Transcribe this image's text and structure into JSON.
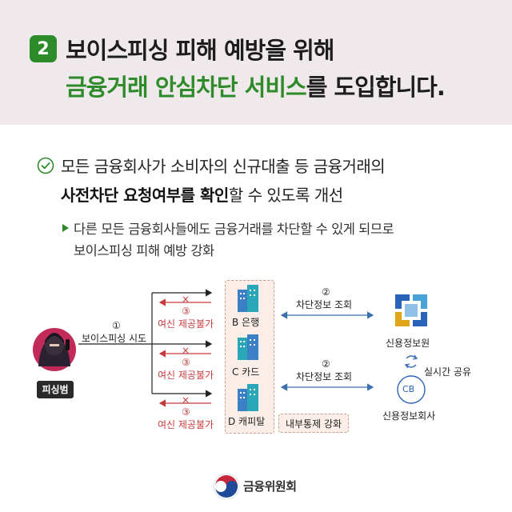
{
  "header": {
    "number": "2",
    "title_line1": "보이스피싱 피해 예방을 위해",
    "title_line2_green": "금융거래 안심차단 서비스",
    "title_line2_rest": "를 도입합니다."
  },
  "main": {
    "line1": "모든 금융회사가 소비자의 신규대출 등 금융거래의",
    "line2_bold": "사전차단 요청여부를 확인",
    "line2_rest": "할 수 있도록 개선",
    "sub_line1": "다른 모든 금융회사들에도 금융거래를 차단할 수 있게 되므로",
    "sub_line2": "보이스피싱 피해 예방 강화"
  },
  "diagram": {
    "criminal_label": "피싱범",
    "step1_num": "①",
    "step1_label": "보이스피싱 시도",
    "step3_num": "③",
    "step3_label": "여신 제공불가",
    "cross": "×",
    "bank_b": "B 은행",
    "card_c": "C 카드",
    "capital_d": "D 캐피탈",
    "step2_num": "②",
    "step2_label": "차단정보 조회",
    "kcis_label": "신용정보원",
    "cb_badge": "CB",
    "cb_label": "신용정보회사",
    "realtime_label": "실시간 공유",
    "internal_control": "내부통제 강화"
  },
  "footer": {
    "org": "금융위원회"
  }
}
